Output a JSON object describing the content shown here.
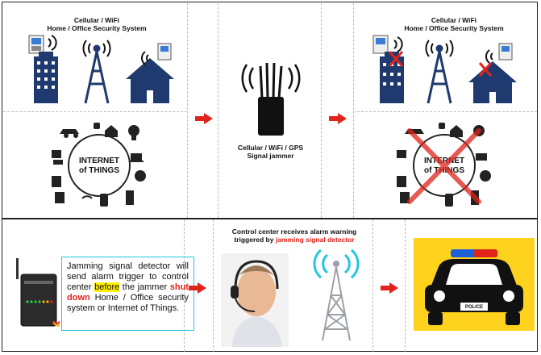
{
  "top": {
    "left_caption": [
      "Cellular / WiFi",
      "Home / Office Security System"
    ],
    "right_caption": [
      "Cellular / WiFi",
      "Home / Office Security System"
    ],
    "jammer_caption": [
      "Cellular / WiFi / GPS",
      "Signal jammer"
    ],
    "iot_label": [
      "INTERNET",
      "of THINGS"
    ]
  },
  "bottom": {
    "detector_text": {
      "part1": "Jamming signal detector will send alarm trigger to control center ",
      "highlight": "before",
      "part2": " the jammer ",
      "red": "shut down",
      "part3": " Home / Office security system or Internet of Things."
    },
    "control_caption": {
      "line1": "Control center receives alarm warning",
      "line2_prefix": "triggered by ",
      "line2_red": "jamming signal detector"
    },
    "police_label": "POLICE"
  },
  "colors": {
    "arrow": "#e0231b",
    "building": "#1f3a6e",
    "box_border": "#21c5e6",
    "highlight": "#ffef00",
    "police_bg": "#ffd21e"
  }
}
